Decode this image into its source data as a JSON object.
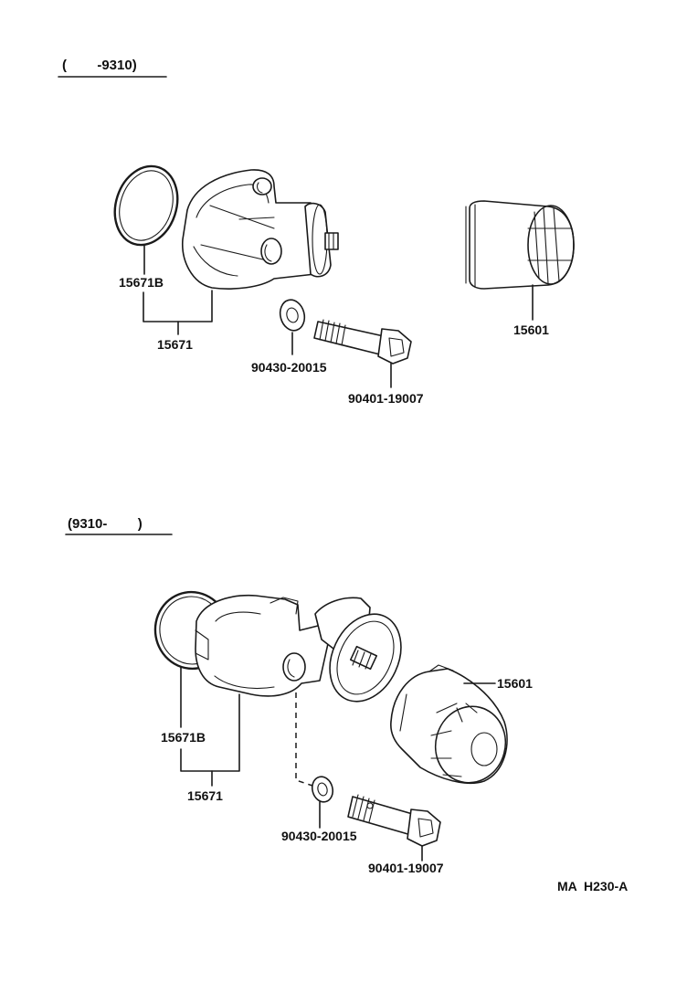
{
  "section_top": {
    "range_label": "(        -9310)"
  },
  "section_bottom": {
    "range_label": "(9310-        )"
  },
  "top": {
    "gasket_part": "15671B",
    "bracket_part": "15671",
    "filter_part": "15601",
    "washer_part": "90430-20015",
    "bolt_part": "90401-19007"
  },
  "bottom": {
    "filter_part": "15601",
    "gasket_part": "15671B",
    "bracket_part": "15671",
    "washer_part": "90430-20015",
    "bolt_part": "90401-19007"
  },
  "footer": {
    "code": "MA  H230-A"
  }
}
